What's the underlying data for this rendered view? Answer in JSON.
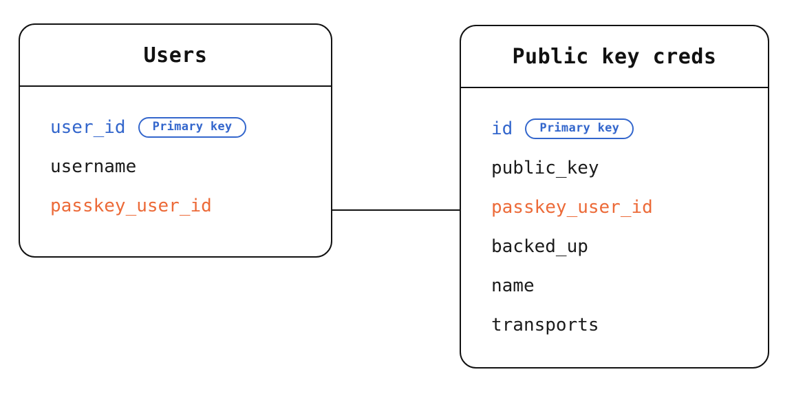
{
  "diagram": {
    "type": "entity-relationship-diagram",
    "background_color": "#ffffff",
    "colors": {
      "border": "#111111",
      "text": "#1b1b1b",
      "primary_key": "#3366cc",
      "foreign_key": "#ec6a38"
    },
    "entities": [
      {
        "id": "users",
        "title": "Users",
        "fields": [
          {
            "name": "user_id",
            "role": "pk",
            "badge": "Primary key"
          },
          {
            "name": "username",
            "role": "plain",
            "badge": null
          },
          {
            "name": "passkey_user_id",
            "role": "fk",
            "badge": null
          }
        ]
      },
      {
        "id": "public-key-creds",
        "title": "Public key creds",
        "fields": [
          {
            "name": "id",
            "role": "pk",
            "badge": "Primary key"
          },
          {
            "name": "public_key",
            "role": "plain",
            "badge": null
          },
          {
            "name": "passkey_user_id",
            "role": "fk",
            "badge": null
          },
          {
            "name": "backed_up",
            "role": "plain",
            "badge": null
          },
          {
            "name": "name",
            "role": "plain",
            "badge": null
          },
          {
            "name": "transports",
            "role": "plain",
            "badge": null
          }
        ]
      }
    ],
    "relationships": [
      {
        "id": "users-to-public-key-creds",
        "from_entity": "users",
        "to_entity": "public-key-creds",
        "from_field": "passkey_user_id",
        "to_field": "passkey_user_id",
        "style": "solid-line"
      }
    ]
  }
}
